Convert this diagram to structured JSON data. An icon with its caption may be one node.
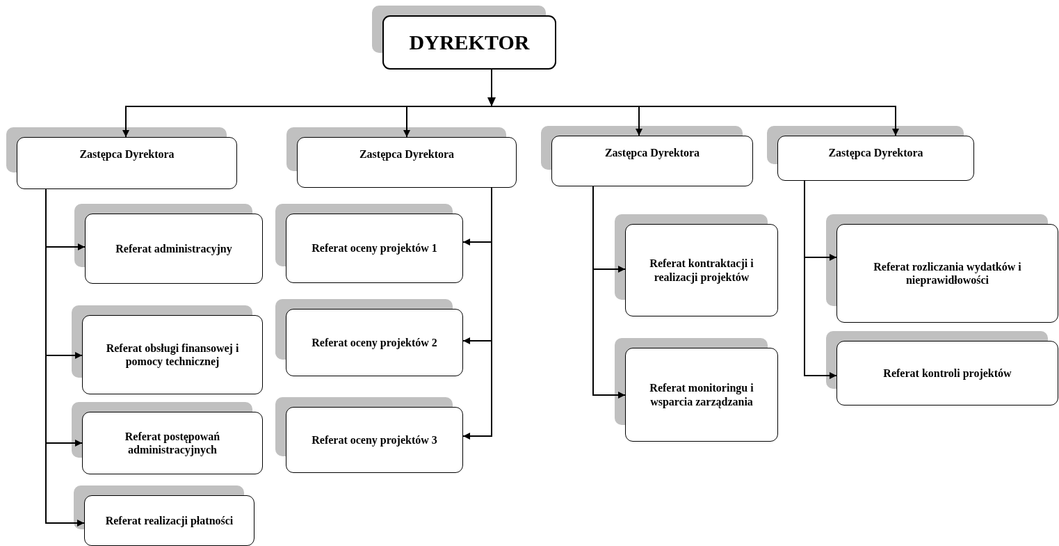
{
  "diagram": {
    "nodes": [
      {
        "text": [
          "DYREKTOR"
        ]
      },
      {
        "text": [
          "Zastępca Dyrektora"
        ]
      },
      {
        "text": [
          "Zastępca Dyrektora"
        ]
      },
      {
        "text": [
          "Zastępca Dyrektora"
        ]
      },
      {
        "text": [
          "Zastępca Dyrektora"
        ]
      },
      {
        "text": [
          "Referat administracyjny"
        ]
      },
      {
        "text": [
          "Referat obsługi finansowej i pomocy technicznej"
        ]
      },
      {
        "text": [
          "Referat postępowań administracyjnych"
        ]
      },
      {
        "text": [
          "Referat realizacji płatności"
        ]
      },
      {
        "text": [
          "Referat oceny projektów 1"
        ]
      },
      {
        "text": [
          "Referat oceny projektów 2"
        ]
      },
      {
        "text": [
          "Referat oceny projektów 3"
        ]
      },
      {
        "text": [
          "Referat kontraktacji i realizacji projektów"
        ]
      },
      {
        "text": [
          "Referat monitoringu i wsparcia zarządzania"
        ]
      },
      {
        "text": [
          "Referat rozliczania wydatków i nieprawidłowości"
        ]
      },
      {
        "text": [
          "Referat kontroli projektów"
        ]
      }
    ],
    "edges": [
      {
        "from": 0,
        "to": 1,
        "arrow": "to"
      },
      {
        "from": 0,
        "to": 2,
        "arrow": "to"
      },
      {
        "from": 0,
        "to": 3,
        "arrow": "to"
      },
      {
        "from": 0,
        "to": 4,
        "arrow": "to"
      },
      {
        "from": 1,
        "to": 5,
        "arrow": "to"
      },
      {
        "from": 1,
        "to": 6,
        "arrow": "to"
      },
      {
        "from": 1,
        "to": 7,
        "arrow": "to"
      },
      {
        "from": 1,
        "to": 8,
        "arrow": "to"
      },
      {
        "from": 2,
        "to": 9,
        "arrow": "to"
      },
      {
        "from": 2,
        "to": 10,
        "arrow": "to"
      },
      {
        "from": 2,
        "to": 11,
        "arrow": "to"
      },
      {
        "from": 3,
        "to": 12,
        "arrow": "to"
      },
      {
        "from": 3,
        "to": 13,
        "arrow": "to"
      },
      {
        "from": 4,
        "to": 14,
        "arrow": "to"
      },
      {
        "from": 4,
        "to": 15,
        "arrow": "to"
      }
    ]
  }
}
